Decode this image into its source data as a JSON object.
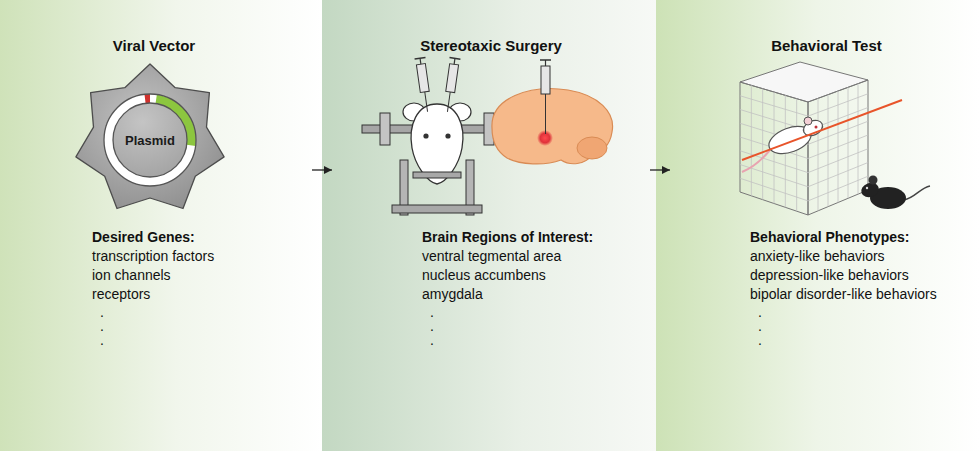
{
  "diagram": {
    "nodes": [
      {
        "text": [
          "Viral Vector",
          "Desired Genes:",
          "transcription factors",
          "ion channels",
          "receptors",
          ".",
          ".",
          "."
        ]
      },
      {
        "text": [
          "Plasmid"
        ],
        "in": 0
      },
      {
        "text": [
          "Stereotaxic Surgery",
          "Brain Regions of Interest:",
          "ventral tegmental area",
          "nucleus accumbens",
          "amygdala",
          ".",
          ".",
          "."
        ]
      },
      {
        "text": [
          "Behavioral Test",
          "Behavioral Phenotypes:",
          "anxiety-like behaviors",
          "depression-like behaviors",
          "bipolar disorder-like behaviors",
          ".",
          ".",
          "."
        ]
      }
    ],
    "edges": [
      {
        "from": 0,
        "to": 2,
        "arrow": "to"
      },
      {
        "from": 2,
        "to": 3,
        "arrow": "to"
      }
    ]
  }
}
